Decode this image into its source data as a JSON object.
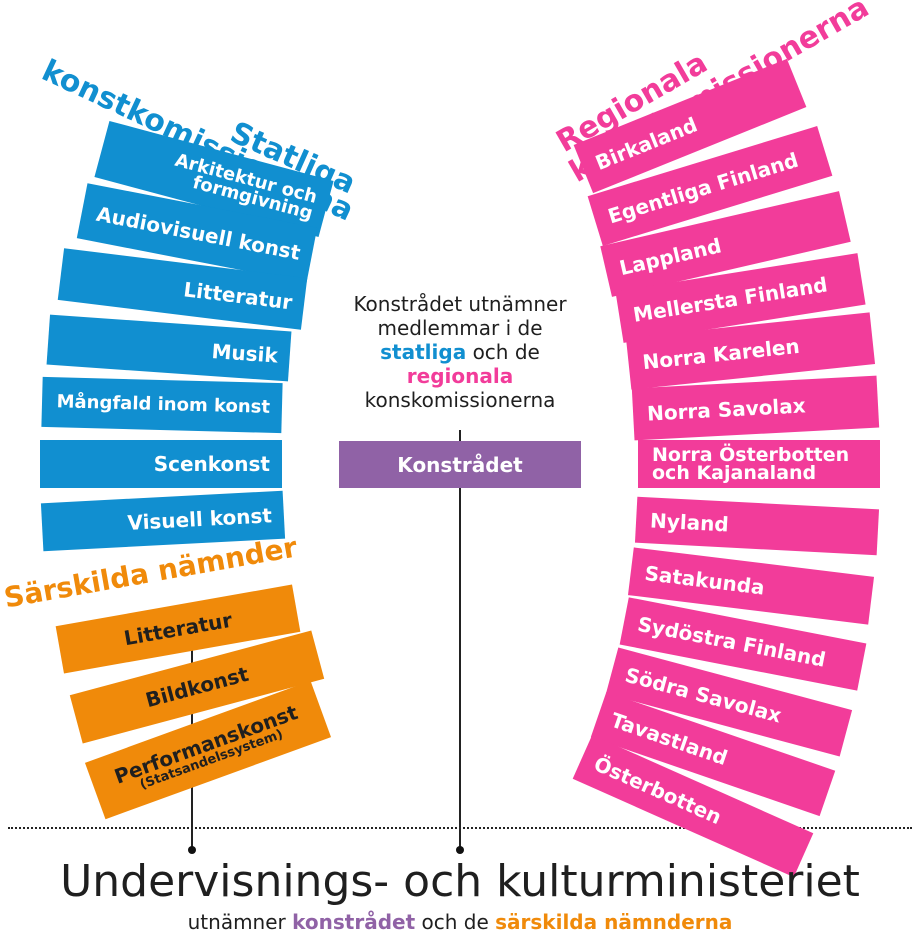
{
  "center_text": {
    "line1": "Konstrådet utnämner",
    "line2": "medlemmar i de",
    "statliga": "statliga",
    "och_de": "och de",
    "regionala": "regionala",
    "line5": "konskomissionerna"
  },
  "council": {
    "label": "Konstrådet"
  },
  "state": {
    "title_line1": "Statliga",
    "title_line2": "konstkomissionerna",
    "items": [
      {
        "label": "Arkitektur och formgivning"
      },
      {
        "label": "Audiovisuell konst"
      },
      {
        "label": "Litteratur"
      },
      {
        "label": "Musik"
      },
      {
        "label": "Mångfald inom konst"
      },
      {
        "label": "Scenkonst"
      },
      {
        "label": "Visuell konst"
      }
    ]
  },
  "special": {
    "title": "Särskilda nämnder",
    "items": [
      {
        "label": "Litteratur"
      },
      {
        "label": "Bildkonst"
      },
      {
        "label": "Performanskonst",
        "sub": "(Statsandelssystem)"
      }
    ]
  },
  "regional": {
    "title_line1": "Regionala",
    "title_line2": "konstkomissionerna",
    "items": [
      {
        "label": "Birkaland"
      },
      {
        "label": "Egentliga Finland"
      },
      {
        "label": "Lappland"
      },
      {
        "label": "Mellersta Finland"
      },
      {
        "label": "Norra Karelen"
      },
      {
        "label": "Norra Savolax"
      },
      {
        "label": "Norra Österbotten och Kajanaland"
      },
      {
        "label": "Nyland"
      },
      {
        "label": "Satakunda"
      },
      {
        "label": "Sydöstra Finland"
      },
      {
        "label": "Södra Savolax"
      },
      {
        "label": "Tavastland"
      },
      {
        "label": "Österbotten"
      }
    ]
  },
  "ministry": {
    "title": "Undervisnings- och kulturministeriet",
    "sub_pre": "utnämner",
    "sub_konstradet": "konstrådet",
    "sub_mid": "och de",
    "sub_namnder": "särskilda nämnderna"
  },
  "colors": {
    "state": "#118fd0",
    "regional": "#f23c9a",
    "special": "#f08a0a",
    "council": "#9062a6",
    "text": "#1f1f1f"
  }
}
